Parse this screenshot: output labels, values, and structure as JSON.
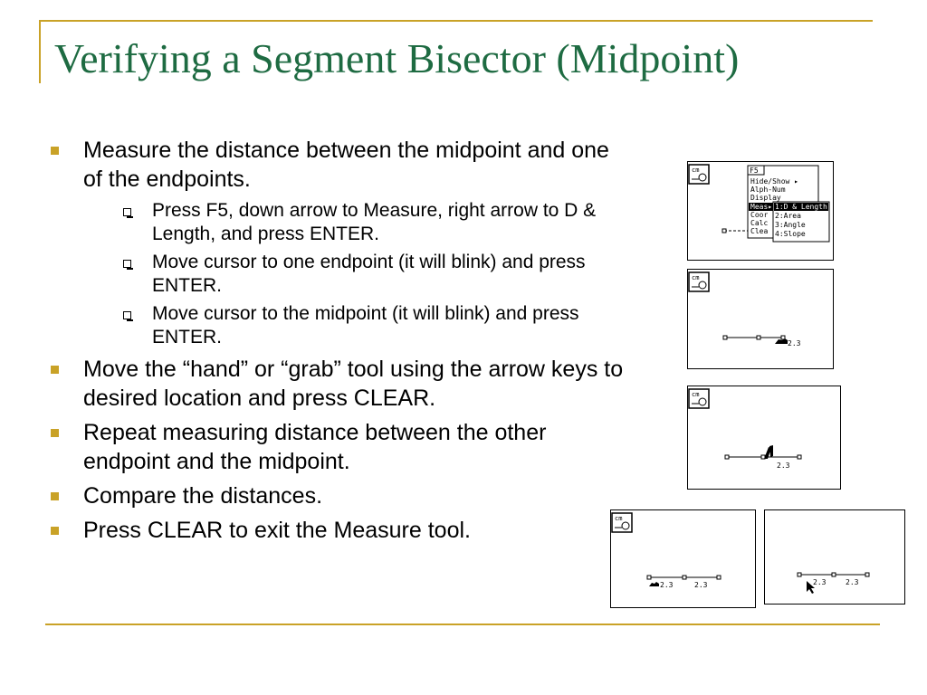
{
  "title": "Verifying a Segment Bisector (Midpoint)",
  "bullets": {
    "b1": "Measure the distance between the midpoint and one of the endpoints.",
    "b1_sub": [
      "Press F5, down arrow to Measure, right arrow to D & Length, and press ENTER.",
      "Move cursor to one endpoint (it will blink) and press ENTER.",
      "Move cursor to the midpoint (it will blink) and press ENTER."
    ],
    "b2": "Move the “hand” or “grab” tool using the arrow keys to desired location and press CLEAR.",
    "b3": "Repeat measuring distance between the other endpoint and the midpoint.",
    "b4": "Compare the distances.",
    "b5": "Press CLEAR to exit the Measure tool."
  },
  "screens": {
    "menu": {
      "tab": "F5",
      "items": [
        "Hide/Show ▸",
        "Alph-Num",
        "Display",
        "Meas▸",
        "Coor",
        "Calc",
        "Clea"
      ],
      "submenu": [
        "1:D & Length",
        "2:Area",
        "3:Angle",
        "4:Slope"
      ]
    },
    "s2_value": "2.3",
    "s3_value": "2.3",
    "s4_values": [
      "2.3",
      "2.3"
    ],
    "s5_values": [
      "2.3",
      "2.3"
    ]
  }
}
